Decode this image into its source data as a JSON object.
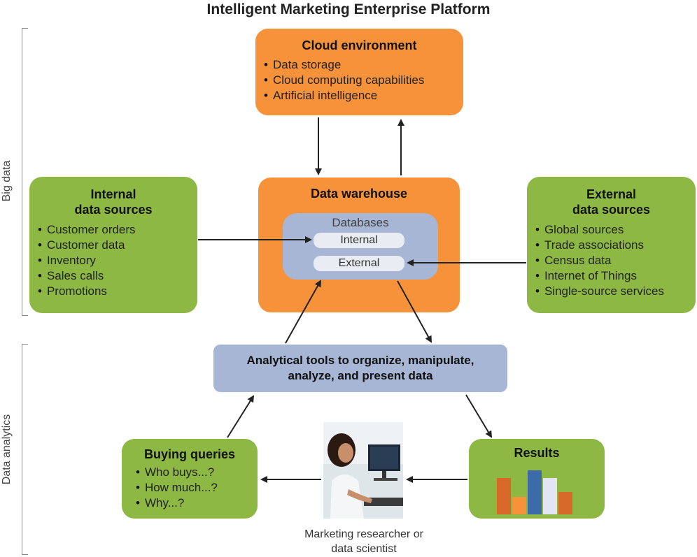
{
  "title": "Intelligent Marketing Enterprise Platform",
  "side_labels": {
    "big_data": "Big data",
    "data_analytics": "Data analytics"
  },
  "cloud": {
    "title": "Cloud environment",
    "items": [
      "Data storage",
      "Cloud computing capabilities",
      "Artificial intelligence"
    ]
  },
  "warehouse": {
    "title": "Data warehouse",
    "databases_label": "Databases",
    "internal": "Internal",
    "external": "External"
  },
  "internal_sources": {
    "title_line1": "Internal",
    "title_line2": "data sources",
    "items": [
      "Customer orders",
      "Customer data",
      "Inventory",
      "Sales calls",
      "Promotions"
    ]
  },
  "external_sources": {
    "title_line1": "External",
    "title_line2": "data sources",
    "items": [
      "Global sources",
      "Trade associations",
      "Census data",
      "Internet of Things",
      "Single-source services"
    ]
  },
  "analytics": {
    "line1": "Analytical tools to organize, manipulate,",
    "line2": "analyze, and present data"
  },
  "queries": {
    "title": "Buying queries",
    "items": [
      "Who buys...?",
      "How much...?",
      "Why...?"
    ]
  },
  "results": {
    "title": "Results",
    "bar_colors": [
      "#d9692a",
      "#f5923a",
      "#3d6aa8",
      "#e3e6f2",
      "#d9692a"
    ],
    "bar_levels": [
      0.72,
      0.35,
      0.88,
      0.72,
      0.45
    ]
  },
  "researcher": {
    "caption_line1": "Marketing researcher or",
    "caption_line2": "data scientist"
  },
  "colors": {
    "orange": "#f5923a",
    "green": "#8db843",
    "blue": "#a6b6d4"
  }
}
